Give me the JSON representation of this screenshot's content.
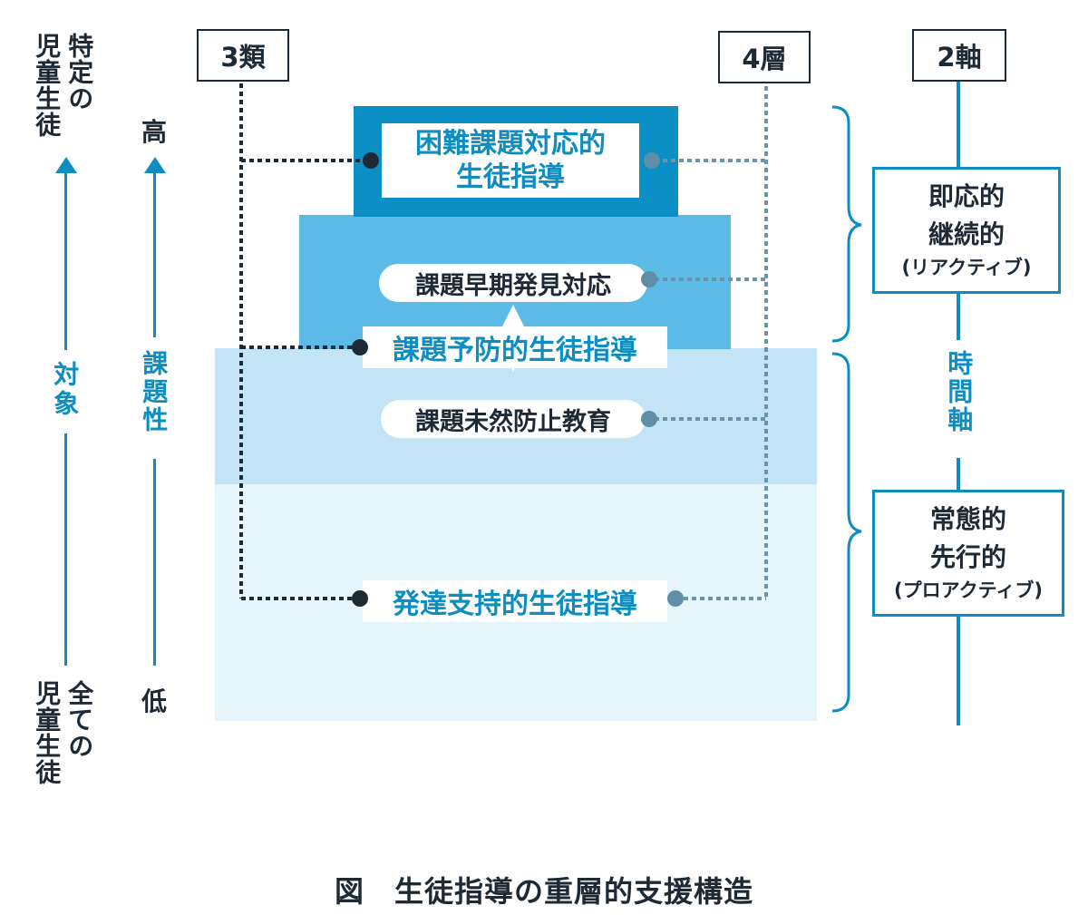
{
  "left_axis": {
    "target": {
      "top_line1": "特定の",
      "top_line2": "児童生徒",
      "label": "対象",
      "bottom_line1": "全ての",
      "bottom_line2": "児童生徒"
    },
    "issue": {
      "top": "高",
      "label": "課題性",
      "bottom": "低"
    }
  },
  "headers": {
    "three_types": "3類",
    "four_layers": "4層",
    "two_axes": "2軸"
  },
  "layers": {
    "difficult": {
      "line1": "困難課題対応的",
      "line2": "生徒指導"
    },
    "early_detection": "課題早期発見対応",
    "prevention": "課題予防的生徒指導",
    "prevention_education": "課題未然防止教育",
    "development": "発達支持的生徒指導"
  },
  "time_axis": {
    "label": "時間軸",
    "reactive": {
      "line1": "即応的",
      "line2": "継続的",
      "sub": "(リアクティブ)"
    },
    "proactive": {
      "line1": "常態的",
      "line2": "先行的",
      "sub": "(プロアクティブ)"
    }
  },
  "caption": "図　生徒指導の重層的支援構造",
  "colors": {
    "dark_navy": "#1d2a36",
    "accent_blue": "#0e8ec0",
    "layer1": "#0b8fc4",
    "layer2": "#5bbbe6",
    "layer3": "#c3e4f7",
    "layer4": "#e6f4fc",
    "gray_blue": "#5f8fa8"
  }
}
